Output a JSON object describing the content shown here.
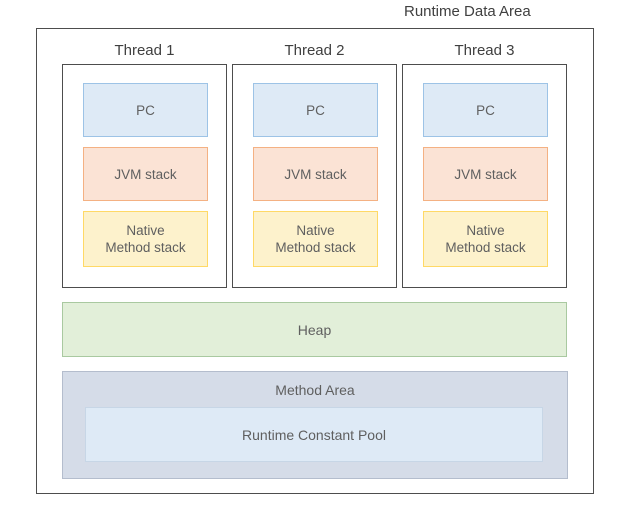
{
  "diagram": {
    "caption": "Runtime Data Area",
    "threads": [
      {
        "label": "Thread 1",
        "cells": [
          {
            "label": "PC",
            "color": "#deeaf6"
          },
          {
            "label": "JVM stack",
            "color": "#fbe3d5"
          },
          {
            "label": "Native\nMethod stack",
            "color": "#fdf2cc"
          }
        ]
      },
      {
        "label": "Thread 2",
        "cells": [
          {
            "label": "PC",
            "color": "#deeaf6"
          },
          {
            "label": "JVM stack",
            "color": "#fbe3d5"
          },
          {
            "label": "Native\nMethod stack",
            "color": "#fdf2cc"
          }
        ]
      },
      {
        "label": "Thread 3",
        "cells": [
          {
            "label": "PC",
            "color": "#deeaf6"
          },
          {
            "label": "JVM stack",
            "color": "#fbe3d5"
          },
          {
            "label": "Native\nMethod stack",
            "color": "#fdf2cc"
          }
        ]
      }
    ],
    "heap": {
      "label": "Heap",
      "color": "#e2efd9"
    },
    "method_area": {
      "label": "Method Area",
      "color": "#d5dce8",
      "runtime_constant_pool": {
        "label": "Runtime Constant Pool",
        "color": "#deeaf6"
      }
    },
    "colors": {
      "frame_border": "#4d4d4d",
      "text": "#595959",
      "caption_text": "#404040",
      "background": "#ffffff"
    }
  }
}
